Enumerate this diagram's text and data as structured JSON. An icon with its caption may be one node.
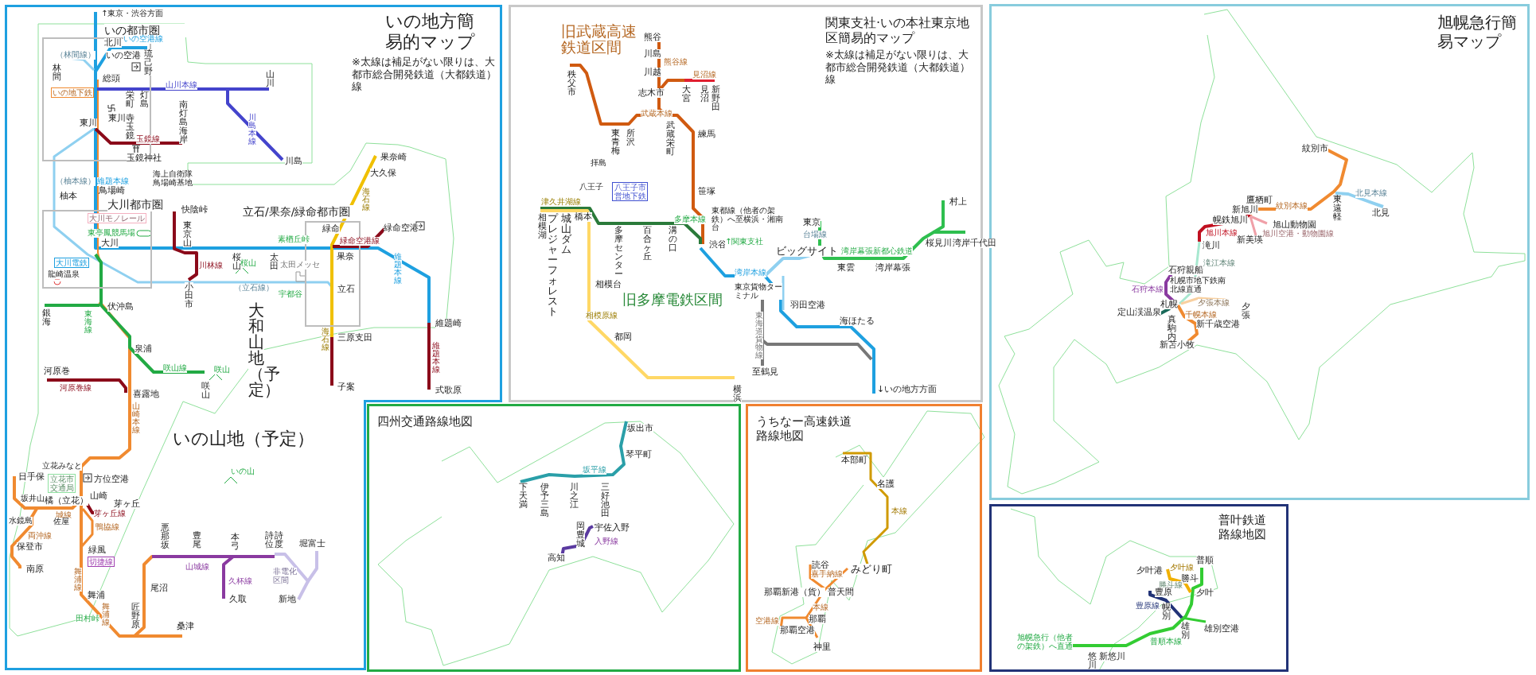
{
  "diagram": {
    "nodes": [
      {
        "text": [
          "いの地方簡易的マップ",
          "※太線は補足がない限りは、大都市総合開発鉄道（大都鉄道）線"
        ]
      },
      {
        "text": [
          "いの都市圏"
        ],
        "in": 0
      },
      {
        "text": [
          "いの地下鉄"
        ],
        "in": 1
      },
      {
        "text": [
          "大川都市圏"
        ],
        "in": 0
      },
      {
        "text": [
          "大川モノレール"
        ],
        "in": 3
      },
      {
        "text": [
          "大川電鉄"
        ],
        "in": 3
      },
      {
        "text": [
          "立石/果奈/緑命都市圏"
        ],
        "in": 0
      },
      {
        "text": [
          "立花市交通局"
        ],
        "in": 0
      },
      {
        "text": [
          "切捷線"
        ],
        "in": 0
      },
      {
        "text": [
          "関東支社·いの本社東京地区簡易的マップ",
          "※太線は補足がない限りは、大都市総合開発鉄道（大都鉄道）線"
        ]
      },
      {
        "text": [
          "八王子市営地下鉄"
        ],
        "in": 9
      },
      {
        "text": [
          "四州交通路線地図"
        ]
      },
      {
        "text": [
          "うちなー高速鉄道路線地図"
        ]
      },
      {
        "text": [
          "旭幌急行簡易マップ"
        ]
      },
      {
        "text": [
          "普叶鉄道路線地図"
        ]
      }
    ],
    "labels": [
      "↑東京・渋谷方面",
      "北川",
      "いの空港線",
      "いの空港",
      "琉己野",
      "（林間線）",
      "林間",
      "総頭",
      "山川本線",
      "栄町",
      "灯島",
      "南灯島海岸",
      "山川",
      "東川寺",
      "東川",
      "玉鏡",
      "玉鏡線",
      "玉鏡神社",
      "川島本線",
      "川島",
      "海上自衛隊鳥場崎基地",
      "（柚本線）",
      "維題本線",
      "柚本",
      "鳥場崎",
      "東亭鳳競馬場",
      "大川",
      "龍崎温泉",
      "快陰峠",
      "東京山",
      "緑命",
      "緑命空港線",
      "緑命空港",
      "果奈崎",
      "大久保",
      "海石線",
      "素楢丘峠",
      "川林線",
      "桜山",
      "桜山",
      "太田",
      "太田メッセ",
      "果奈",
      "維題本線",
      "小田市",
      "（立石線）",
      "宇都谷",
      "立石",
      "大和山地（予定）",
      "海石線",
      "三原支田",
      "維題崎",
      "維題本線",
      "子案",
      "式歌原",
      "伏沖島",
      "銀海",
      "東海線",
      "泉浦",
      "河原巻",
      "咲山線",
      "咲山",
      "河原巻線",
      "喜露地",
      "咲山",
      "山崎本線",
      "いの山地（予定）",
      "いの山",
      "立花みなと",
      "日手保",
      "方位空港",
      "坂井山",
      "橘（立花）",
      "山崎",
      "芽ヶ丘",
      "城線",
      "芽ヶ丘線",
      "水鏡島",
      "佐屋",
      "鴨協線",
      "両沖線",
      "保登市",
      "緑風",
      "南原",
      "舞浦線",
      "舞浦",
      "舞浦線",
      "田村峠",
      "匠野原",
      "尾沼",
      "桑津",
      "悪那坂",
      "豊尾",
      "山城線",
      "本弓",
      "久杯線",
      "久取",
      "詩位",
      "詩度",
      "堀富士",
      "非電化区間",
      "新地",
      "旧武蔵高速鉄道区間",
      "熊谷",
      "川島",
      "熊谷線",
      "川越",
      "見沼線",
      "志木市",
      "大宮",
      "見沼",
      "新野田",
      "秩父市",
      "武蔵本線",
      "東青梅",
      "所沢",
      "武蔵栄町",
      "練馬",
      "笹塚",
      "東都線（他者の架鉄）へ至横浜・湘南台",
      "渋谷",
      "↑関東支社",
      "拝島",
      "八王子",
      "津久井湖線",
      "橋本",
      "多摩本線",
      "相模湖",
      "プレジャーフォレスト",
      "城山ダム",
      "多摩センター",
      "百合ヶ丘",
      "溝の口",
      "相模台",
      "相模原線",
      "旧多摩電鉄区間",
      "都岡",
      "横浜",
      "東京貨物ターミナル",
      "東海道貨物線",
      "至鶴見",
      "羽田空港",
      "海ほたる",
      "↓いの地方方面",
      "湾岸本線",
      "東京",
      "台場線",
      "ビッグサイト",
      "湾岸幕張新都心鉄道",
      "東雲",
      "湾岸幕張",
      "村上",
      "桜見川",
      "湾岸千代田",
      "坂出市",
      "琴平町",
      "坂平線",
      "下天満",
      "伊予三島",
      "川之江",
      "三好池田",
      "宇佐入野",
      "岡豊城",
      "入野線",
      "高知",
      "本部町",
      "名護",
      "本線",
      "みどり町",
      "読谷",
      "嘉手納線",
      "那覇新港（貨）",
      "普天間",
      "本線",
      "空港線",
      "那覇",
      "那覇空港",
      "神里",
      "紋別市",
      "東遠軽",
      "北見本線",
      "北見",
      "鷹栖町",
      "紋別本線",
      "新旭川",
      "幌鉄旭川",
      "旭山動物園",
      "旭川本線",
      "旭川空港・動物園線",
      "新美瑛",
      "滝川",
      "石狩親船",
      "滝江本線",
      "石狩本線",
      "札幌市地下鉄南北線直通",
      "札幌",
      "夕張本線",
      "夕張",
      "定山渓温泉",
      "千幌本線",
      "真駒内",
      "新千歳空港",
      "新苫小牧",
      "普順",
      "夕叶港",
      "夕叶線",
      "勝斗",
      "勝斗線",
      "豊原",
      "夕叶",
      "豊原線",
      "幌別",
      "雄別",
      "雄別空港",
      "普順本線",
      "悠川",
      "新悠川",
      "旭幌急行（他者の架鉄）へ直通"
    ]
  }
}
